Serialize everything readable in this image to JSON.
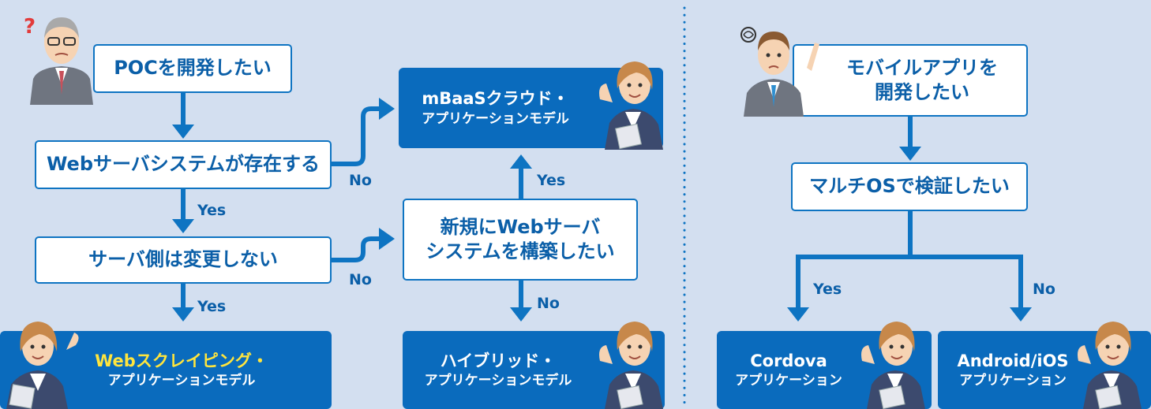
{
  "left": {
    "poc": "POCを開発したい",
    "web_server_exists": "Webサーバシステムが存在する",
    "server_unchanged": "サーバ側は変更しない",
    "new_web_server_line1": "新規にWebサーバ",
    "new_web_server_line2": "システムを構築したい",
    "mbaas_line1": "mBaaSクラウド・",
    "mbaas_line2": "アプリケーションモデル",
    "scraping_line1": "Webスクレイピング・",
    "scraping_line2": "アプリケーションモデル",
    "hybrid_line1": "ハイブリッド・",
    "hybrid_line2": "アプリケーションモデル",
    "labels": {
      "no1": "No",
      "yes1": "Yes",
      "no2": "No",
      "yes2": "Yes",
      "yes3": "Yes",
      "no3": "No"
    }
  },
  "right": {
    "mobile_line1": "モバイルアプリを",
    "mobile_line2": "開発したい",
    "multi_os": "マルチOSで検証したい",
    "cordova_line1": "Cordova",
    "cordova_line2": "アプリケーション",
    "native_line1": "Android/iOS",
    "native_line2": "アプリケーション",
    "labels": {
      "yes": "Yes",
      "no": "No"
    }
  },
  "colors": {
    "background": "#d3dff0",
    "primary_blue": "#0a6bbd",
    "arrow_blue": "#0e74c2",
    "highlight_yellow": "#ffe53d"
  }
}
